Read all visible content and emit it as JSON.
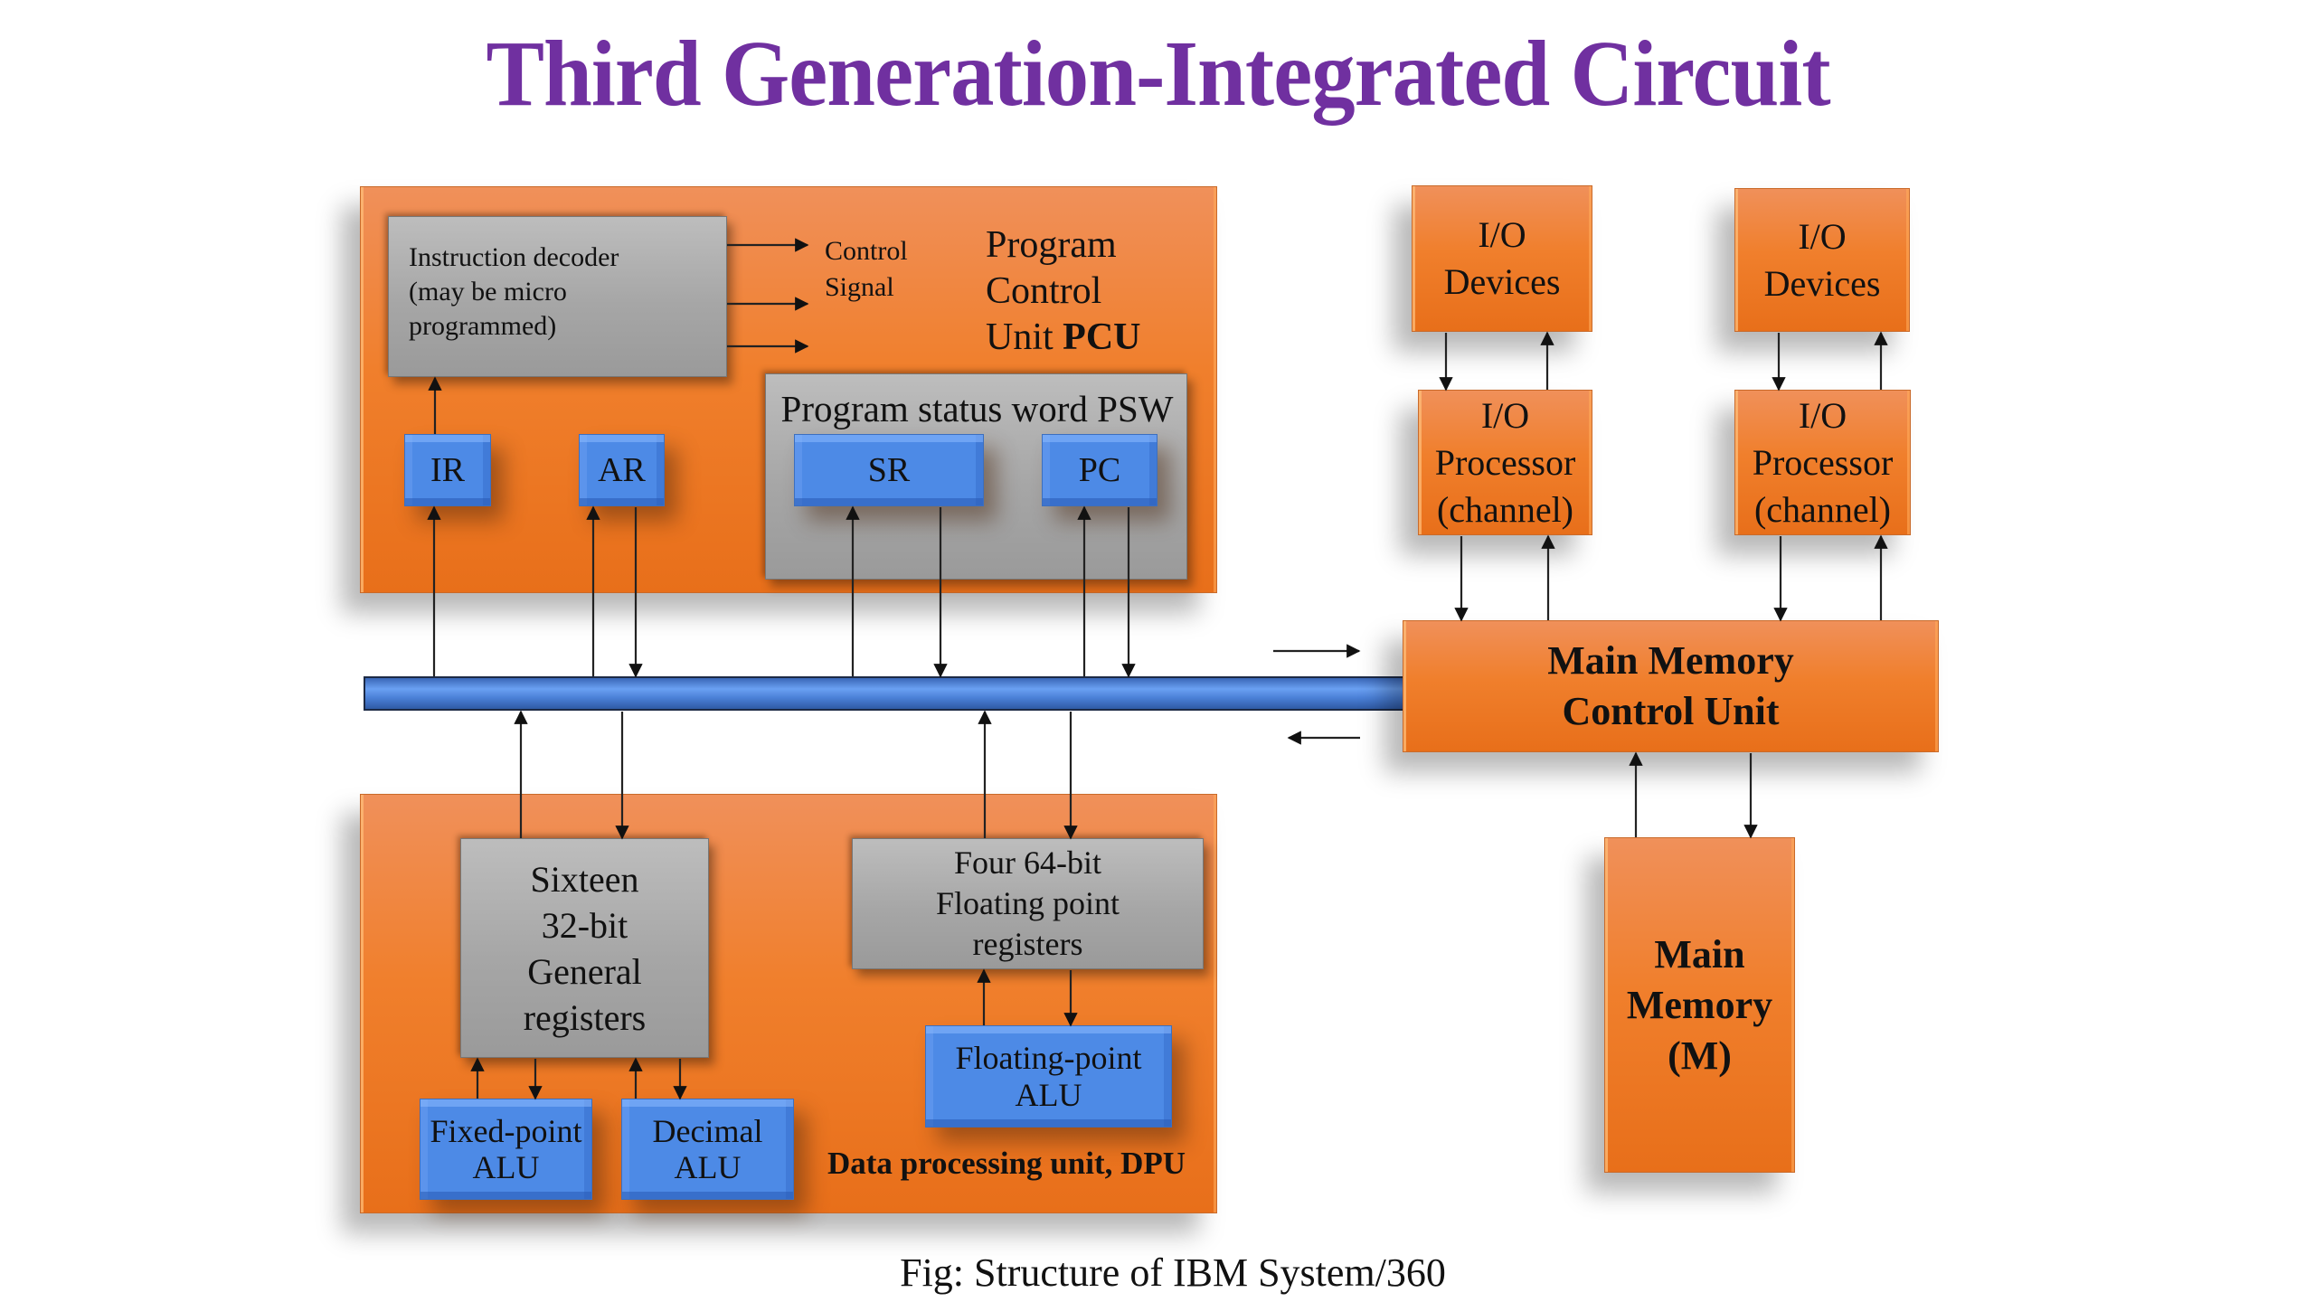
{
  "title": "Third Generation-Integrated Circuit",
  "caption": "Fig: Structure of IBM System/360",
  "colors": {
    "title": "#7030a0",
    "unit_box": "#f07f2c",
    "register_box": "#4d8ae6",
    "gray_box": "#a6a6a6",
    "bus": "#4a7fd6"
  },
  "pcu": {
    "label_lines": [
      "Program",
      "Control",
      "Unit "
    ],
    "label_bold": "PCU",
    "instruction_decoder": [
      "Instruction decoder",
      "(may be micro",
      "programmed)"
    ],
    "control_signal": [
      "Control",
      "Signal"
    ],
    "psw": {
      "label": "Program status word PSW",
      "sr": "SR",
      "pc": "PC"
    },
    "ir": "IR",
    "ar": "AR"
  },
  "dpu": {
    "label": "Data processing unit, DPU",
    "general_registers": [
      "Sixteen",
      "32-bit",
      "General",
      "registers"
    ],
    "float_registers": [
      "Four 64-bit",
      "Floating point",
      "registers"
    ],
    "fixed_alu": [
      "Fixed-point",
      "ALU"
    ],
    "decimal_alu": [
      "Decimal",
      "ALU"
    ],
    "float_alu": [
      "Floating-point",
      "ALU"
    ]
  },
  "memory_control": [
    "Main Memory",
    "Control Unit"
  ],
  "main_memory": [
    "Main",
    "Memory",
    "(M)"
  ],
  "io": [
    {
      "device": [
        "I/O",
        "Devices"
      ],
      "processor": [
        "I/O",
        "Processor",
        "(channel)"
      ]
    },
    {
      "device": [
        "I/O",
        "Devices"
      ],
      "processor": [
        "I/O",
        "Processor",
        "(channel)"
      ]
    }
  ]
}
